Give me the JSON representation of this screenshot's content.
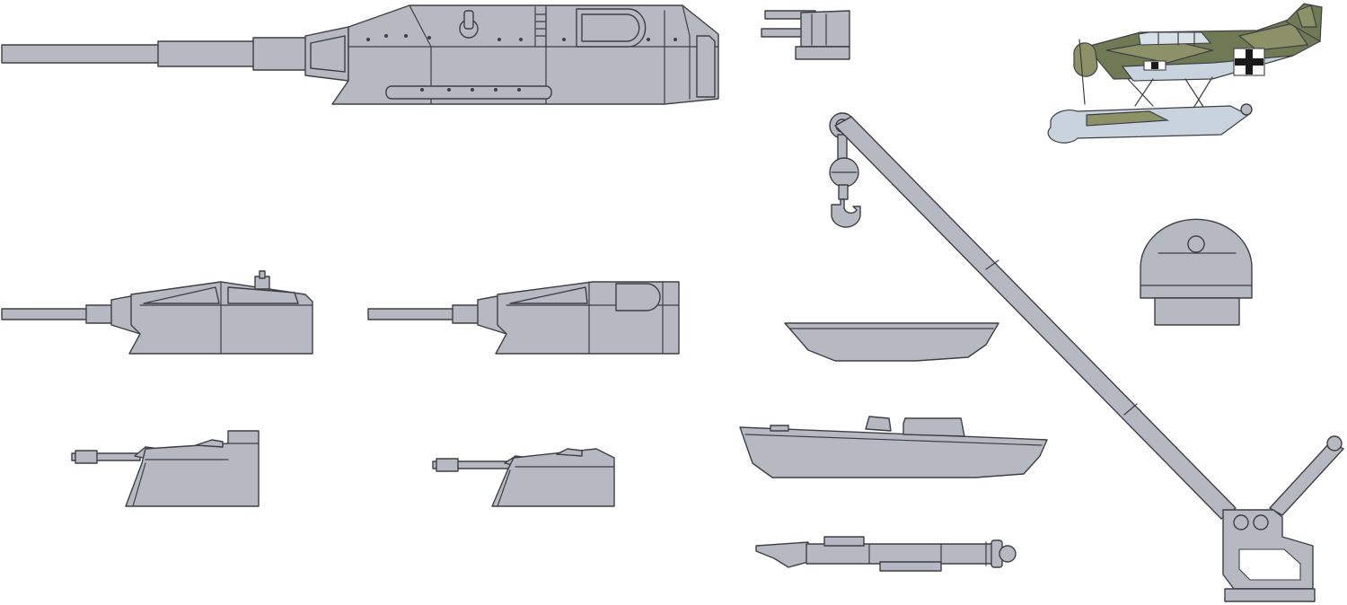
{
  "colors": {
    "background": "#ffffff",
    "part_fill": "#b6b9c2",
    "part_outline": "#3e3f45",
    "aircraft_camo_dark": "#6f7a55",
    "aircraft_camo_light": "#8d9168",
    "aircraft_underside": "#c9d3dd"
  },
  "parts": [
    "main-turret",
    "twin-aa-mount",
    "floatplane",
    "crane-hook",
    "crane-boom",
    "searchlight",
    "secondary-turret-left",
    "secondary-turret-right",
    "open-boat",
    "motor-launch",
    "small-gun-mount-left",
    "small-gun-mount-right",
    "torpedo-tube"
  ]
}
